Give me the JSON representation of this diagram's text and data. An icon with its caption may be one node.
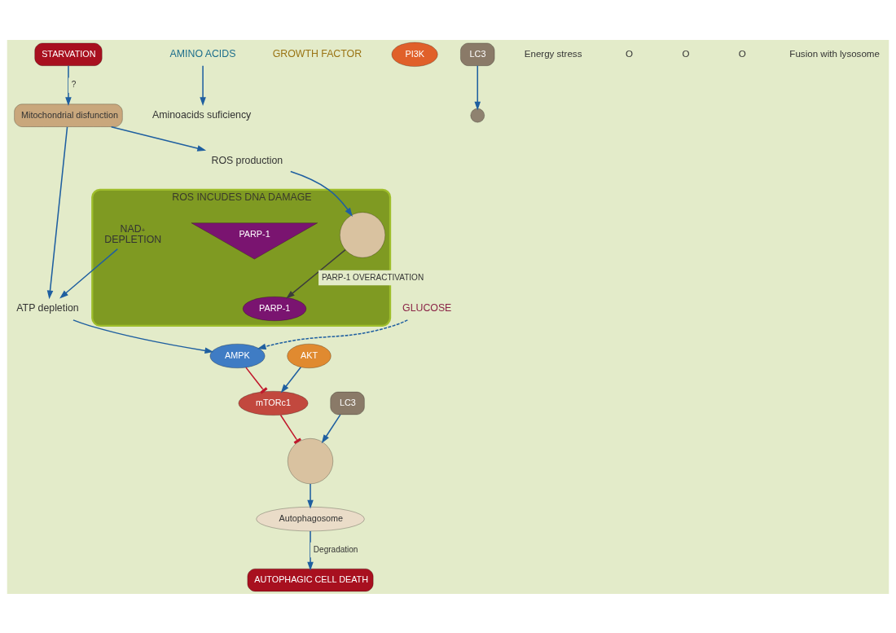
{
  "diagram": {
    "nodes": [
      {
        "text": [
          "STARVATION"
        ]
      },
      {
        "text": [
          "GLUCOSE"
        ]
      },
      {
        "text": [
          "AMINO ACIDS"
        ]
      },
      {
        "text": [
          "GROWTH FACTOR"
        ]
      },
      {
        "text": [
          "PI3K"
        ]
      },
      {
        "text": [
          "AKT"
        ]
      },
      {
        "text": [
          "AMPK"
        ]
      },
      {
        "text": [
          "mTORc1"
        ]
      },
      {
        "text": [
          "Mitochondrial disfunction"
        ]
      },
      {
        "text": [
          "ATP depletion"
        ]
      },
      {
        "text": [
          "Aminoacids suficiency"
        ]
      },
      {
        "text": [
          "LC3"
        ]
      },
      {
        "text": [],
        "shape": "circle"
      },
      {
        "text": [
          "LC3"
        ]
      },
      {
        "text": [],
        "shape": "circle"
      },
      {
        "text": [
          "Autophagosome"
        ]
      },
      {
        "text": [
          "AUTOPHAGIC CELL DEATH"
        ]
      },
      {
        "text": [
          "ROS production"
        ]
      },
      {
        "text": [
          "ROS INCUDES DNA DAMAGE"
        ]
      },
      {
        "text": [],
        "shape": "circle",
        "in": 18
      },
      {
        "text": [
          "PARP-1"
        ],
        "in": 18
      },
      {
        "text": [
          "PARP-1"
        ],
        "in": 18
      },
      {
        "text": [
          "NAD$^{+}$ DEPLETION"
        ],
        "in": 18
      }
    ],
    "edges": [
      {
        "from": 0,
        "to": 8,
        "arrow": "to",
        "label": "?"
      },
      {
        "from": 1,
        "to": 6,
        "arrow": "to",
        "style": "dashed"
      },
      {
        "from": 2,
        "to": 10,
        "arrow": "to"
      },
      {
        "from": 5,
        "to": 7,
        "arrow": "to"
      },
      {
        "from": 6,
        "to": 7,
        "arrow": "other",
        "color": "#c0172b"
      },
      {
        "from": 7,
        "to": 12,
        "arrow": "other",
        "color": "#c0172b"
      },
      {
        "from": 8,
        "to": 9,
        "arrow": "to"
      },
      {
        "from": 9,
        "to": 6,
        "arrow": "to"
      },
      {
        "from": 11,
        "to": 12,
        "arrow": "to"
      },
      {
        "from": 13,
        "to": 14,
        "arrow": "to"
      },
      {
        "from": 12,
        "to": 15,
        "arrow": "to"
      },
      {
        "from": 15,
        "to": 16,
        "arrow": "to",
        "label": "Degradation"
      },
      {
        "from": 8,
        "to": 17,
        "arrow": "to"
      },
      {
        "from": 17,
        "to": 19,
        "arrow": "to"
      },
      {
        "from": 19,
        "to": 21,
        "arrow": "to",
        "label": "PARP-1 OVERACTIVATION",
        "color": "#3c3c3c"
      },
      {
        "from": 22,
        "to": 9,
        "arrow": "to"
      }
    ],
    "labels": [
      "Energy stress",
      "O",
      "O",
      "O",
      "Fusion with lysosome"
    ]
  }
}
